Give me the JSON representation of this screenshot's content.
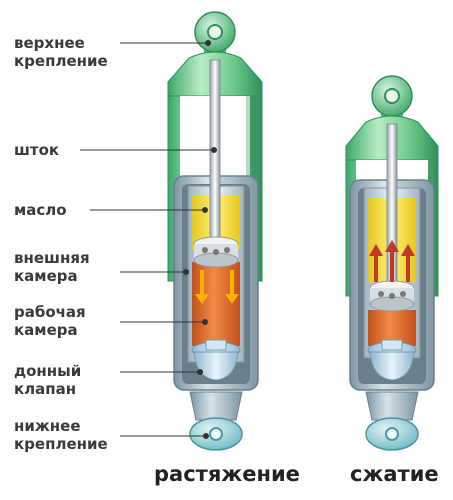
{
  "labels": {
    "top_mount": "верхнее\nкрепление",
    "rod": "шток",
    "oil": "масло",
    "outer_chamber": "внешняя\nкамера",
    "working_chamber": "рабочая\nкамера",
    "bottom_valve": "донный\nклапан",
    "bottom_mount": "нижнее\nкрепление"
  },
  "captions": {
    "extension": "растяжение",
    "compression": "сжатие"
  },
  "colors": {
    "cover_green": "#6cc98a",
    "outer_shell": "#8fa7b3",
    "oil_yellow": "#f3e23a",
    "chamber_orange": "#e06a2a",
    "valve_blue": "#b9d9ec",
    "arrow_extension": "#f2b400",
    "arrow_compression": "#c0392b"
  }
}
